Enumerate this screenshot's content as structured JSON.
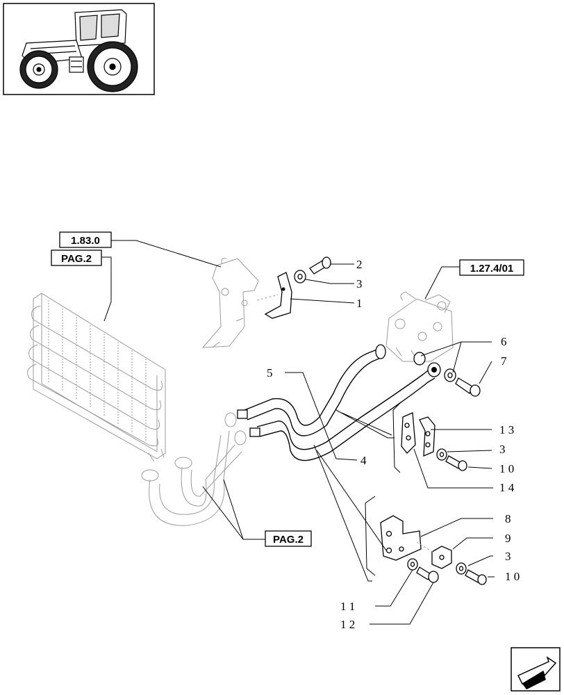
{
  "thumbnail": {
    "icon": "tractor-icon"
  },
  "references": [
    {
      "id": "ref-1-83-0",
      "text": "1.83.0"
    },
    {
      "id": "ref-pag2-top",
      "text": "PAG.2"
    },
    {
      "id": "ref-1-27-4-01",
      "text": "1.27.4/01"
    },
    {
      "id": "ref-pag2-bottom",
      "text": "PAG.2"
    }
  ],
  "callouts": {
    "c1": "1",
    "c2": "2",
    "c3a": "3",
    "c3b": "3",
    "c3c": "3",
    "c4": "4",
    "c5": "5",
    "c6": "6",
    "c7": "7",
    "c8": "8",
    "c9": "9",
    "c10a": "1 0",
    "c10b": "1 0",
    "c11": "1 1",
    "c12": "1 2",
    "c13": "1 3",
    "c14": "1 4"
  },
  "nav": {
    "icon": "next-page-arrow-icon"
  }
}
